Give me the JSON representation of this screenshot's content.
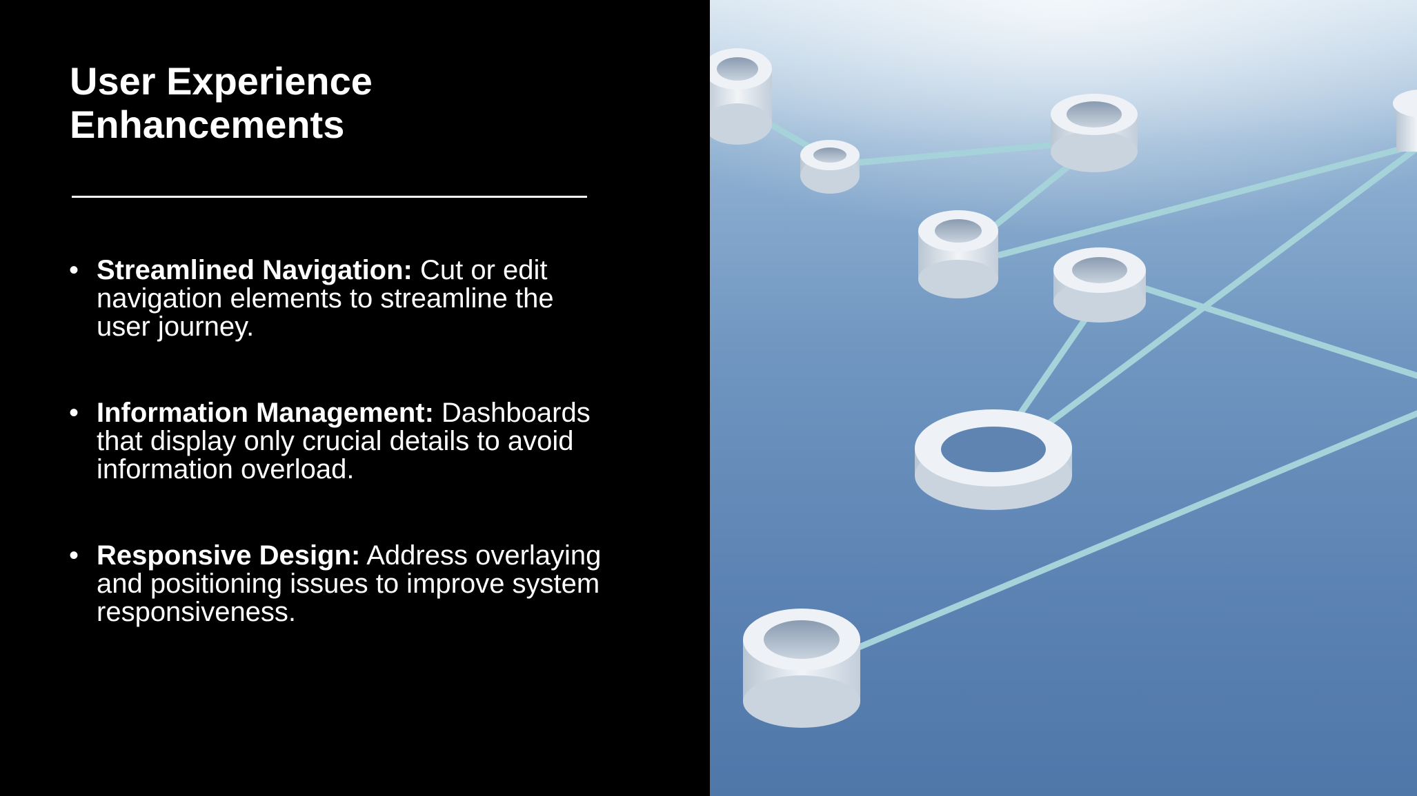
{
  "slide": {
    "title_line1": "User Experience",
    "title_line2": "Enhancements",
    "bullets": [
      {
        "heading": "Streamlined Navigation:",
        "text": "Cut or edit navigation elements to streamline the user journey."
      },
      {
        "heading": "Information Management:",
        "text": "Dashboards that display only crucial details to avoid information overload."
      },
      {
        "heading": "Responsive Design:",
        "text": "Address overlaying and positioning issues to improve system responsiveness."
      }
    ],
    "bullet_glyph": "•"
  },
  "image": {
    "icon": "network-nodes-illustration",
    "colors": {
      "background_top": "#cfe0ee",
      "background_bottom": "#4f77a8",
      "connector": "#a8d4dc",
      "node": "#e8edf2"
    }
  }
}
